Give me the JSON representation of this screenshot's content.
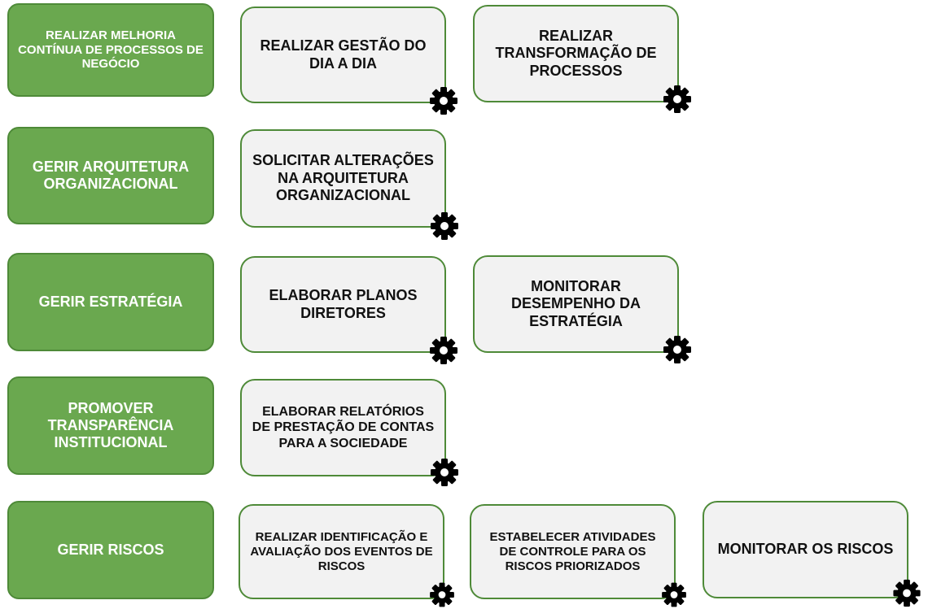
{
  "rows": [
    {
      "process": "REALIZAR MELHORIA CONTÍNUA DE PROCESSOS DE NEGÓCIO",
      "activities": [
        "REALIZAR GESTÃO DO DIA A DIA",
        "REALIZAR TRANSFORMAÇÃO DE PROCESSOS"
      ]
    },
    {
      "process": "GERIR ARQUITETURA ORGANIZACIONAL",
      "activities": [
        "SOLICITAR ALTERAÇÕES NA ARQUITETURA ORGANIZACIONAL"
      ]
    },
    {
      "process": "GERIR ESTRATÉGIA",
      "activities": [
        "ELABORAR PLANOS DIRETORES",
        "MONITORAR DESEMPENHO DA ESTRATÉGIA"
      ]
    },
    {
      "process": "PROMOVER TRANSPARÊNCIA INSTITUCIONAL",
      "activities": [
        "ELABORAR RELATÓRIOS DE PRESTAÇÃO DE CONTAS PARA A SOCIEDADE"
      ]
    },
    {
      "process": "GERIR RISCOS",
      "activities": [
        "REALIZAR IDENTIFICAÇÃO E AVALIAÇÃO DOS EVENTOS DE RISCOS",
        "ESTABELECER ATIVIDADES DE CONTROLE PARA OS RISCOS PRIORIZADOS",
        "MONITORAR OS RISCOS"
      ]
    }
  ],
  "icons": {
    "activity_marker": "gear-icon"
  },
  "colors": {
    "process_fill": "#6aa84f",
    "process_border": "#4e8a38",
    "activity_fill": "#f2f2f2",
    "gear": "#000000"
  }
}
